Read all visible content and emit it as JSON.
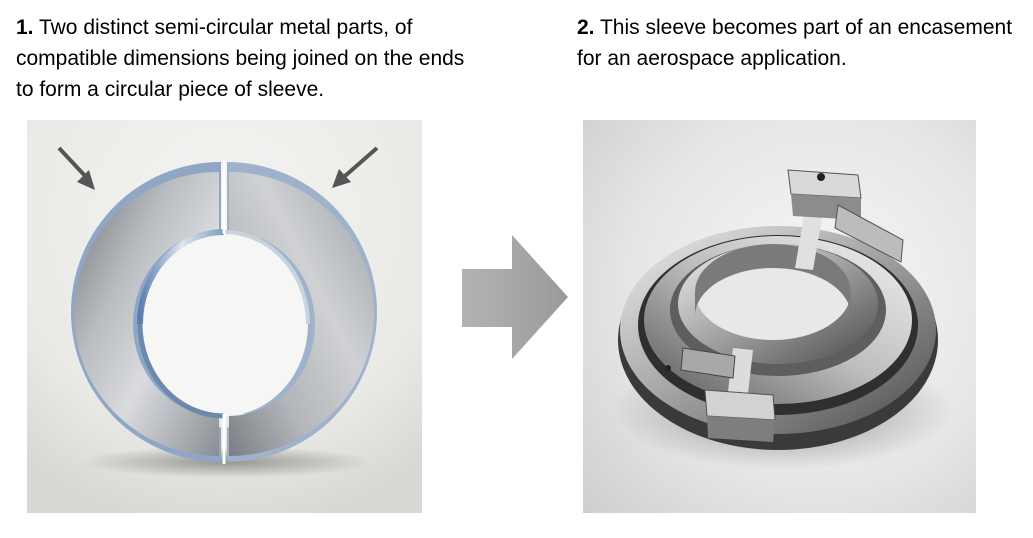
{
  "step1": {
    "number": "1.",
    "text": " Two distinct semi-circular  metal parts, of compatible dimensions being joined  on the ends to form a circular piece of sleeve."
  },
  "step2": {
    "number": "2.",
    "text": " This sleeve  becomes part of an encasement for an aerospace application."
  },
  "colors": {
    "metal_light": "#dfe2e6",
    "metal_mid": "#a9adb3",
    "metal_dark": "#55595e",
    "edge_blue": "#7f9cbf",
    "arrow_gray": "#a6a6a6"
  },
  "icons": {
    "pointer_left": "arrow-down-right-icon",
    "pointer_right": "arrow-down-left-icon",
    "process": "right-arrow-icon"
  }
}
